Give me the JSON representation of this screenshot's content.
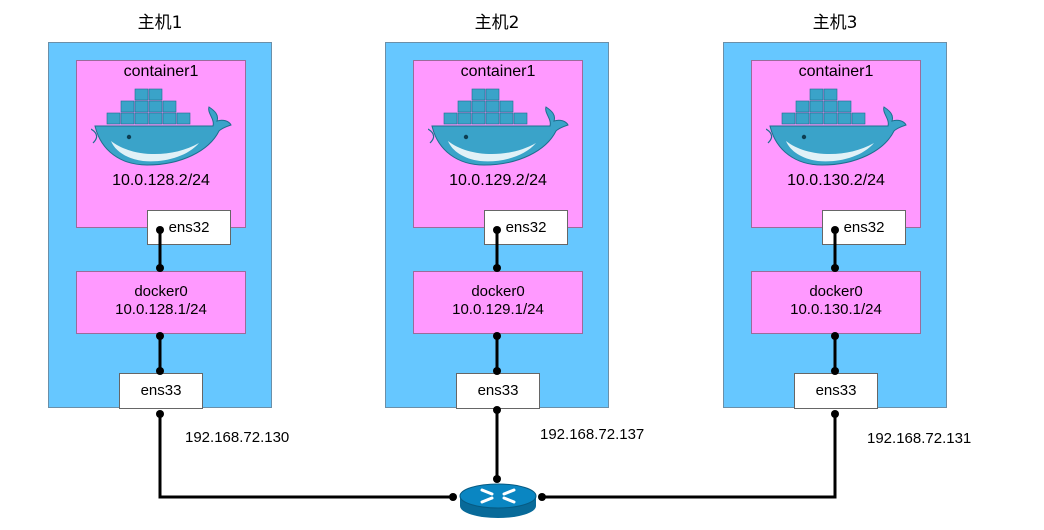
{
  "hosts": [
    {
      "title": "主机1",
      "container": {
        "name": "container1",
        "ip": "10.0.128.2/24",
        "iface": "ens32"
      },
      "bridge": {
        "name": "docker0",
        "ip": "10.0.128.1/24"
      },
      "uplink": {
        "iface": "ens33",
        "ip": "192.168.72.130"
      }
    },
    {
      "title": "主机2",
      "container": {
        "name": "container1",
        "ip": "10.0.129.2/24",
        "iface": "ens32"
      },
      "bridge": {
        "name": "docker0",
        "ip": "10.0.129.1/24"
      },
      "uplink": {
        "iface": "ens33",
        "ip": "192.168.72.137"
      }
    },
    {
      "title": "主机3",
      "container": {
        "name": "container1",
        "ip": "10.0.130.2/24",
        "iface": "ens32"
      },
      "bridge": {
        "name": "docker0",
        "ip": "10.0.130.1/24"
      },
      "uplink": {
        "iface": "ens33",
        "ip": "192.168.72.131"
      }
    }
  ],
  "colors": {
    "host_bg": "#66c7ff",
    "box_bg": "#ff99ff",
    "router": "#0a7bb0"
  },
  "icons": {
    "container": "docker-whale-icon",
    "router": "router-icon"
  }
}
